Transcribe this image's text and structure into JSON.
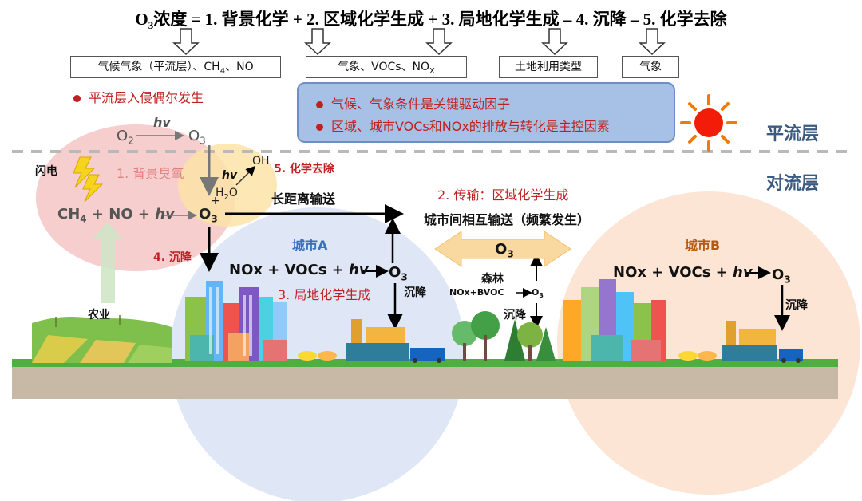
{
  "equation": {
    "o3": "O",
    "o3_sub": "3",
    "rest": "浓度 = 1. 背景化学 + 2. 区域化学生成 + 3. 局地化学生成 – 4. 沉降 – 5. 化学去除"
  },
  "factor_boxes": {
    "background": {
      "text": "气候气象（平流层）、CH",
      "sub1": "4",
      "tail": "、NO"
    },
    "regional": {
      "text": "气象、VOCs、NO",
      "sub": "X"
    },
    "deposition": {
      "text": "土地利用类型"
    },
    "removal": {
      "text": "气象"
    }
  },
  "stratosphere_note": "平流层入侵偶尔发生",
  "key_points": [
    "气候、气象条件是关键驱动因子",
    "区域、城市VOCs和NOx的排放与转化是主控因素"
  ],
  "layers": {
    "stratosphere": "平流层",
    "troposphere": "对流层"
  },
  "reactions": {
    "o2": "O",
    "o2_sub": "2",
    "hv": "hv",
    "o3": "O",
    "o3_sub": "3",
    "ch4_line": {
      "ch": "CH",
      "sub": "4",
      "rest": " + NO + "
    },
    "h2o": "H",
    "h2o_sub": "2",
    "h2o_o": "O",
    "oh": "OH",
    "plus": "+"
  },
  "labels": {
    "lightning": "闪电",
    "background_ozone": "1. 背景臭氧",
    "chemical_removal": "5. 化学去除",
    "long_range": "长距离输送",
    "transport": "2. 传输：区域化学生成",
    "intercity": "城市间相互输送（频繁发生）",
    "deposition_4": "4. 沉降",
    "local_chem": "3. 局地化学生成",
    "agriculture": "农业",
    "city_a": "城市A",
    "city_b": "城市B",
    "forest": "森林",
    "forest_reaction": "NOx+BVOC",
    "city_reaction": "NOx + VOCs + ",
    "settle": "沉降",
    "o3_band": "O",
    "o3_band_sub": "3"
  },
  "colors": {
    "red_text": "#c0201f",
    "blue_text": "#3a6fc2",
    "orange_text": "#b55a10",
    "info_box": "#a7c0e6",
    "pink_ellipse": "#f6c6c6",
    "yellow_ellipse": "#fbe7b5",
    "city_a_circle": "#dfe6f5",
    "city_b_circle": "#fce5d4",
    "ground": "#c8b8a6"
  }
}
